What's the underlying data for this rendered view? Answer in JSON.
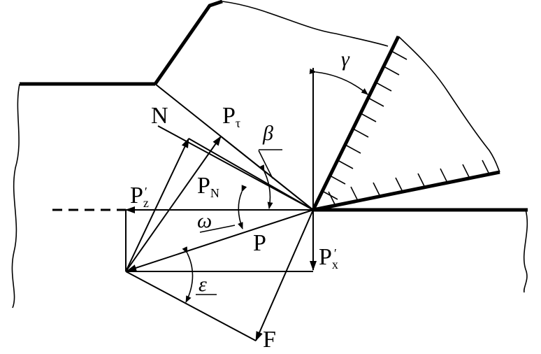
{
  "labels": {
    "N": "N",
    "P_tau": "P",
    "P_tau_sub": "τ",
    "beta": "β",
    "P_z": "P",
    "P_z_sub": "z",
    "P_z_prime": "′",
    "P_N": "P",
    "P_N_sub": "N",
    "omega": "ω",
    "P": "P",
    "P_x": "P",
    "P_x_sub": "x",
    "P_x_prime": "′",
    "epsilon": "ε",
    "F": "F",
    "gamma": "γ"
  }
}
